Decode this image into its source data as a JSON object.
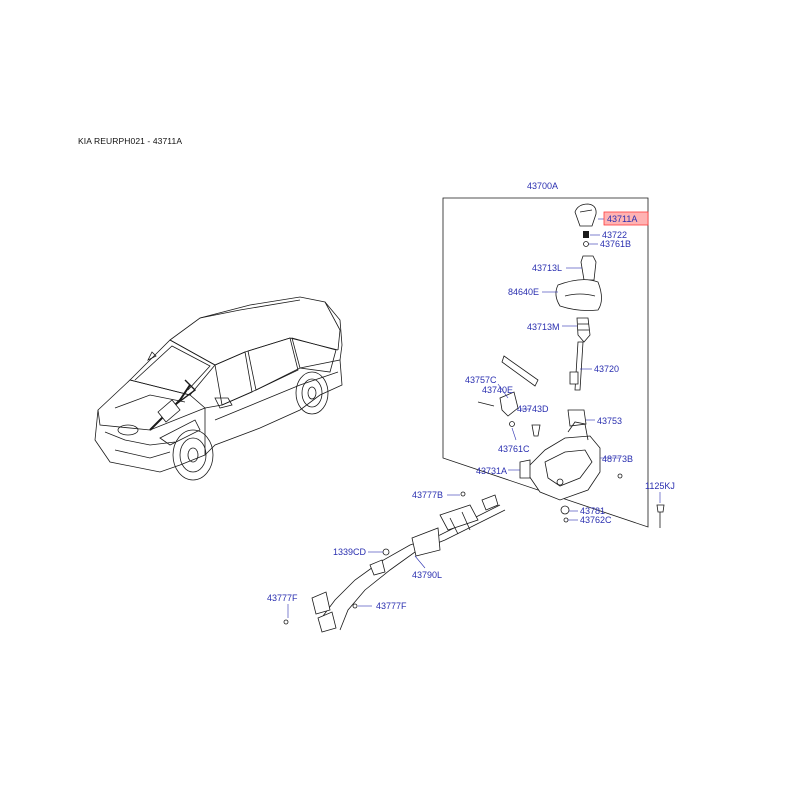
{
  "header": {
    "title": "KIA REURPH021 - 43711A"
  },
  "colors": {
    "label": "#2a2fb0",
    "highlight": "#ff3b3b",
    "line": "#1a1a1a"
  },
  "highlighted_part": "43711A",
  "parts": {
    "assembly": "43700A",
    "knob": "43711A",
    "spring": "43722",
    "pin_b": "43761B",
    "boot_l": "43713L",
    "cover": "84640E",
    "boot_m": "43713M",
    "lever": "43720",
    "bracket_c": "43757C",
    "bracket_e": "43740E",
    "bolt_d": "43743D",
    "bushing": "43753",
    "pin_c": "43761C",
    "clip_b": "48773B",
    "base": "43731A",
    "bolt_j": "1125KJ",
    "clip_777b": "43777B",
    "nut_781": "43781",
    "pin_762c": "43762C",
    "bolt_339cd": "1339CD",
    "cable": "43790L",
    "clip_777f_left": "43777F",
    "clip_777f_right": "43777F"
  }
}
